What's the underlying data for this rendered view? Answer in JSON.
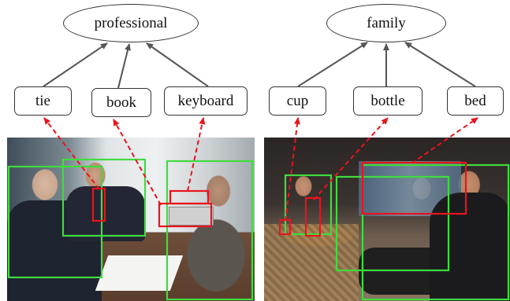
{
  "left_group": {
    "concept": "professional",
    "objects": [
      "tie",
      "book",
      "keyboard"
    ]
  },
  "right_group": {
    "concept": "family",
    "objects": [
      "cup",
      "bottle",
      "bed"
    ]
  },
  "colors": {
    "concept_to_object_arrow": "#555555",
    "object_link_arrow": "#e8141d",
    "detection_box_green": "#3fdc3f",
    "object_box_red": "#e8141d"
  }
}
